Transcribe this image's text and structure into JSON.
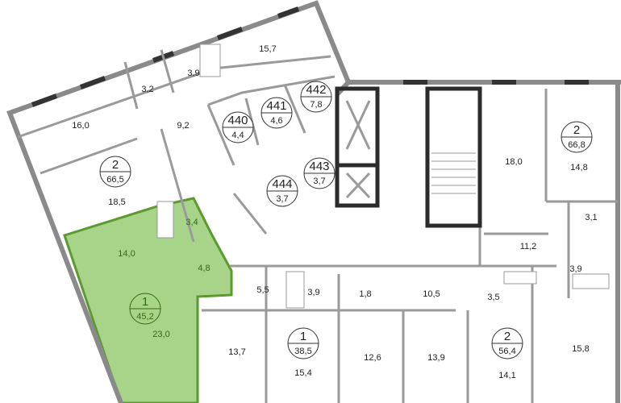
{
  "colors": {
    "highlight": "#a8d48a",
    "highlight_stroke": "#5a9a2e",
    "wall": "#8a8a8a",
    "core": "#2b2b2b"
  },
  "apartments": [
    {
      "rooms": "2",
      "area": "66,5"
    },
    {
      "rooms": "1",
      "area": "45,2"
    },
    {
      "rooms": "1",
      "area": "38,5"
    },
    {
      "rooms": "2",
      "area": "56,4"
    },
    {
      "rooms": "2",
      "area": "66,8"
    }
  ],
  "storage_units": [
    {
      "number": "440",
      "area": "4,4"
    },
    {
      "number": "441",
      "area": "4,6"
    },
    {
      "number": "442",
      "area": "7,8"
    },
    {
      "number": "443",
      "area": "3,7"
    },
    {
      "number": "444",
      "area": "3,7"
    }
  ],
  "rooms": {
    "r_15_7": "15,7",
    "r_3_9_top": "3,9",
    "r_3_2": "3,2",
    "r_16_0": "16,0",
    "r_9_2": "9,2",
    "r_18_5": "18,5",
    "g_3_4": "3,4",
    "g_14_0": "14,0",
    "g_4_8": "4,8",
    "g_23_0": "23,0",
    "r_5_5": "5,5",
    "r_3_9_mid": "3,9",
    "r_1_8": "1,8",
    "r_10_5": "10,5",
    "r_3_5": "3,5",
    "r_13_7": "13,7",
    "r_15_4": "15,4",
    "r_12_6": "12,6",
    "r_13_9": "13,9",
    "r_14_1": "14,1",
    "r_15_8": "15,8",
    "r_18_0": "18,0",
    "r_14_8": "14,8",
    "r_3_1": "3,1",
    "r_11_2": "11,2",
    "r_3_9_right": "3,9"
  }
}
